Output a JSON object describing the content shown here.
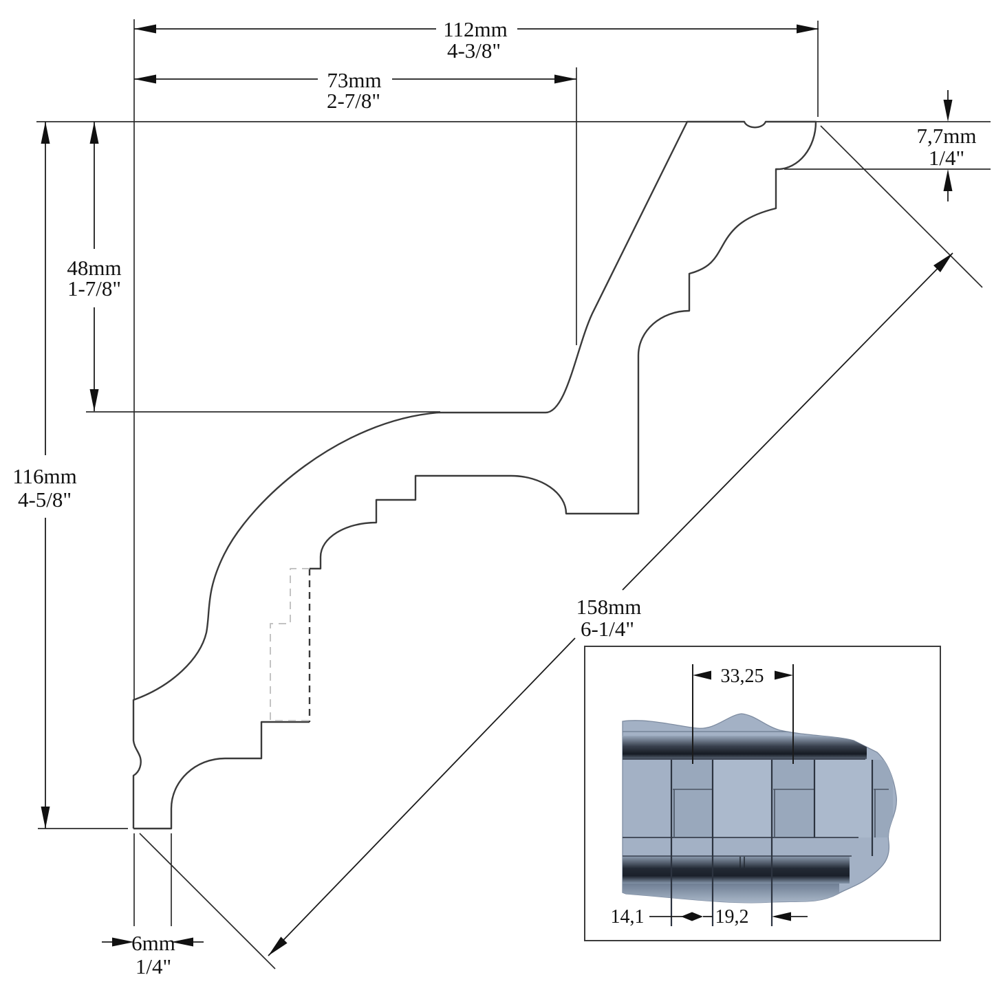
{
  "drawing": {
    "type": "technical-profile-drawing",
    "subject": "crown-molding-cross-section",
    "colors": {
      "background": "#ffffff",
      "profile_line": "#3a3a3a",
      "dimension_line": "#1b1b1b",
      "hidden_line": "#c3c3c3",
      "render_base": "#a3b1c5",
      "render_dark_band": "#1f252e"
    },
    "dimensions": {
      "overall_width": {
        "mm": "112mm",
        "inch": "4-3/8\""
      },
      "upper_width": {
        "mm": "73mm",
        "inch": "2-7/8\""
      },
      "top_drop": {
        "mm": "7,7mm",
        "inch": "1/4\""
      },
      "upper_height": {
        "mm": "48mm",
        "inch": "1-7/8\""
      },
      "overall_height": {
        "mm": "116mm",
        "inch": "4-5/8\""
      },
      "face_width": {
        "mm": "158mm",
        "inch": "6-1/4\""
      },
      "bottom_depth": {
        "mm": "6mm",
        "inch": "1/4\""
      }
    },
    "inset_detail": {
      "pattern_repeat": "33,25",
      "dentil_width": "14,1",
      "dentil_gap": "19,2"
    }
  }
}
